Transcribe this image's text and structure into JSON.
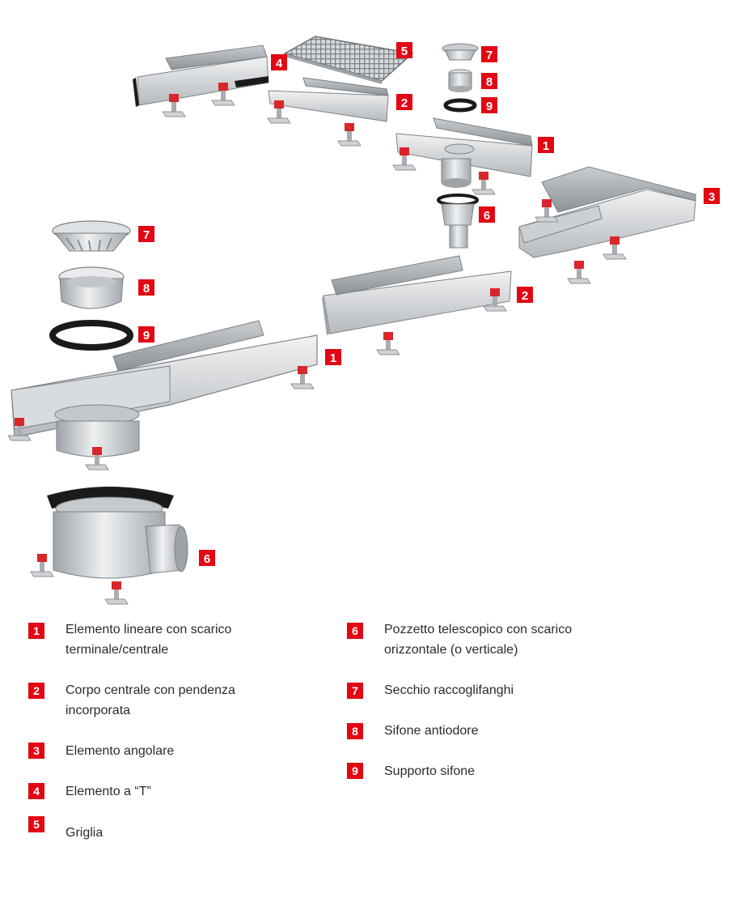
{
  "colors": {
    "badge": "#e30613",
    "steel_light": "#e6e8ea",
    "steel_mid": "#b9bdc1",
    "steel_dark": "#8a8f94",
    "gasket": "#1a1a1a",
    "support_red": "#d8262b"
  },
  "callouts": {
    "top_4": "4",
    "top_5": "5",
    "top_7": "7",
    "top_8": "8",
    "top_2": "2",
    "top_9": "9",
    "top_1": "1",
    "right_3": "3",
    "mid_6": "6",
    "left_7": "7",
    "left_8": "8",
    "mid_2": "2",
    "left_9": "9",
    "left_1": "1",
    "bottom_6": "6"
  },
  "legend": [
    {
      "number": "1",
      "text": "Elemento lineare con scarico terminale/centrale"
    },
    {
      "number": "2",
      "text": "Corpo centrale con pendenza incorporata"
    },
    {
      "number": "3",
      "text": "Elemento angolare"
    },
    {
      "number": "4",
      "text": "Elemento a “T”"
    },
    {
      "number": "5",
      "text": "Griglia"
    },
    {
      "number": "6",
      "text": "Pozzetto telescopico con scarico orizzontale (o verticale)"
    },
    {
      "number": "7",
      "text": "Secchio raccoglifanghi"
    },
    {
      "number": "8",
      "text": "Sifone antiodore"
    },
    {
      "number": "9",
      "text": "Supporto sifone"
    }
  ]
}
